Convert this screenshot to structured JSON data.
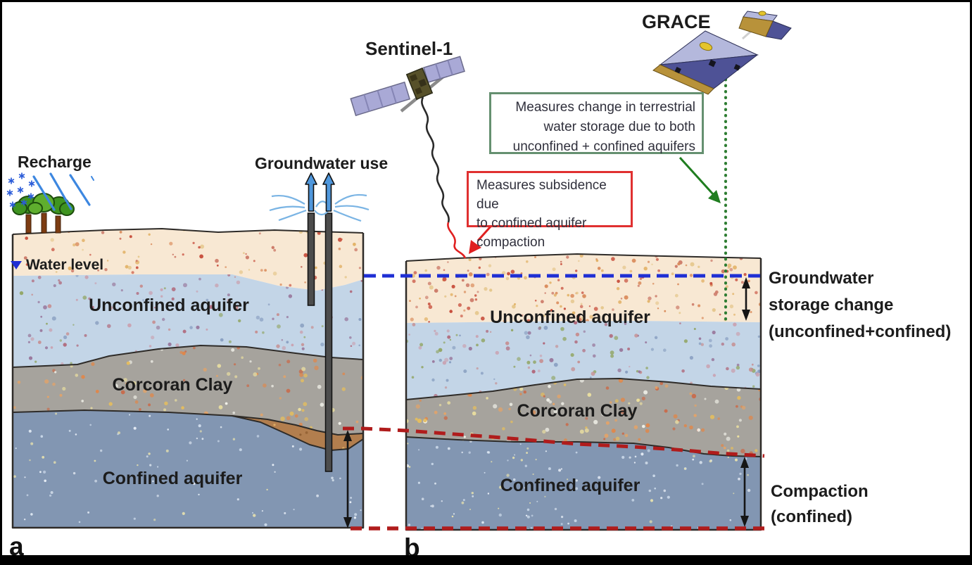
{
  "figure": {
    "panel_a_letter": "a",
    "panel_b_letter": "b"
  },
  "labels": {
    "recharge": "Recharge",
    "groundwater_use": "Groundwater use",
    "water_level": "Water level",
    "sentinel": "Sentinel-1",
    "grace": "GRACE"
  },
  "panel_a": {
    "unconfined": "Unconfined aquifer",
    "clay": "Corcoran Clay",
    "confined": "Confined aquifer"
  },
  "panel_b": {
    "unconfined": "Unconfined aquifer",
    "clay": "Corcoran Clay",
    "confined": "Confined aquifer"
  },
  "callouts": {
    "grace": {
      "lines": [
        "Measures change in terrestrial",
        "water storage due to both",
        "unconfined + confined aquifers"
      ]
    },
    "sentinel": {
      "lines": [
        "Measures subsidence due",
        "to confined aquifer",
        "compaction"
      ]
    }
  },
  "annotations": {
    "storage_lines": [
      "Groundwater",
      "storage change",
      "(unconfined+confined)"
    ],
    "compaction_lines": [
      "Compaction",
      "(confined)"
    ]
  },
  "colors": {
    "cream": "#f8e8d3",
    "unconfined_blue": "#c3d5e7",
    "clay_gray": "#a6a39d",
    "confined_blue": "#8296b2",
    "wedge_brown": "#b27e4e",
    "outline_dark": "#2e2b28",
    "water_level_blue": "#1f2fd4",
    "subsidence_red": "#b01c1c",
    "grace_green": "#2e7d32",
    "green_box_border": "#659070",
    "red_box_border": "#e03030",
    "label_text": "#1c1c1c",
    "box_text": "#30303c",
    "well_gray": "#4c4c4c",
    "pump_blue": "#4f97dc",
    "spray_blue": "#7ab4e4",
    "tree_green": "#3f9420",
    "tree_green_light": "#5fae2e",
    "trunk_brown": "#7d3c12",
    "rain_blue": "#3d87e0",
    "snow_blue": "#2b5cd8",
    "sat_panel": "#a9a9d6",
    "sat_body": "#57512a",
    "boom_gray": "#8a8a8a",
    "grace_light": "#b4b8dc",
    "grace_dark": "#4e5296",
    "grace_tan": "#b8923a",
    "grace_yellow": "#e4c42c",
    "arrow_black": "#151515",
    "squiggle_black": "#2a2a2a",
    "callout_red": "#e02020",
    "callout_green": "#1f7d1f"
  }
}
